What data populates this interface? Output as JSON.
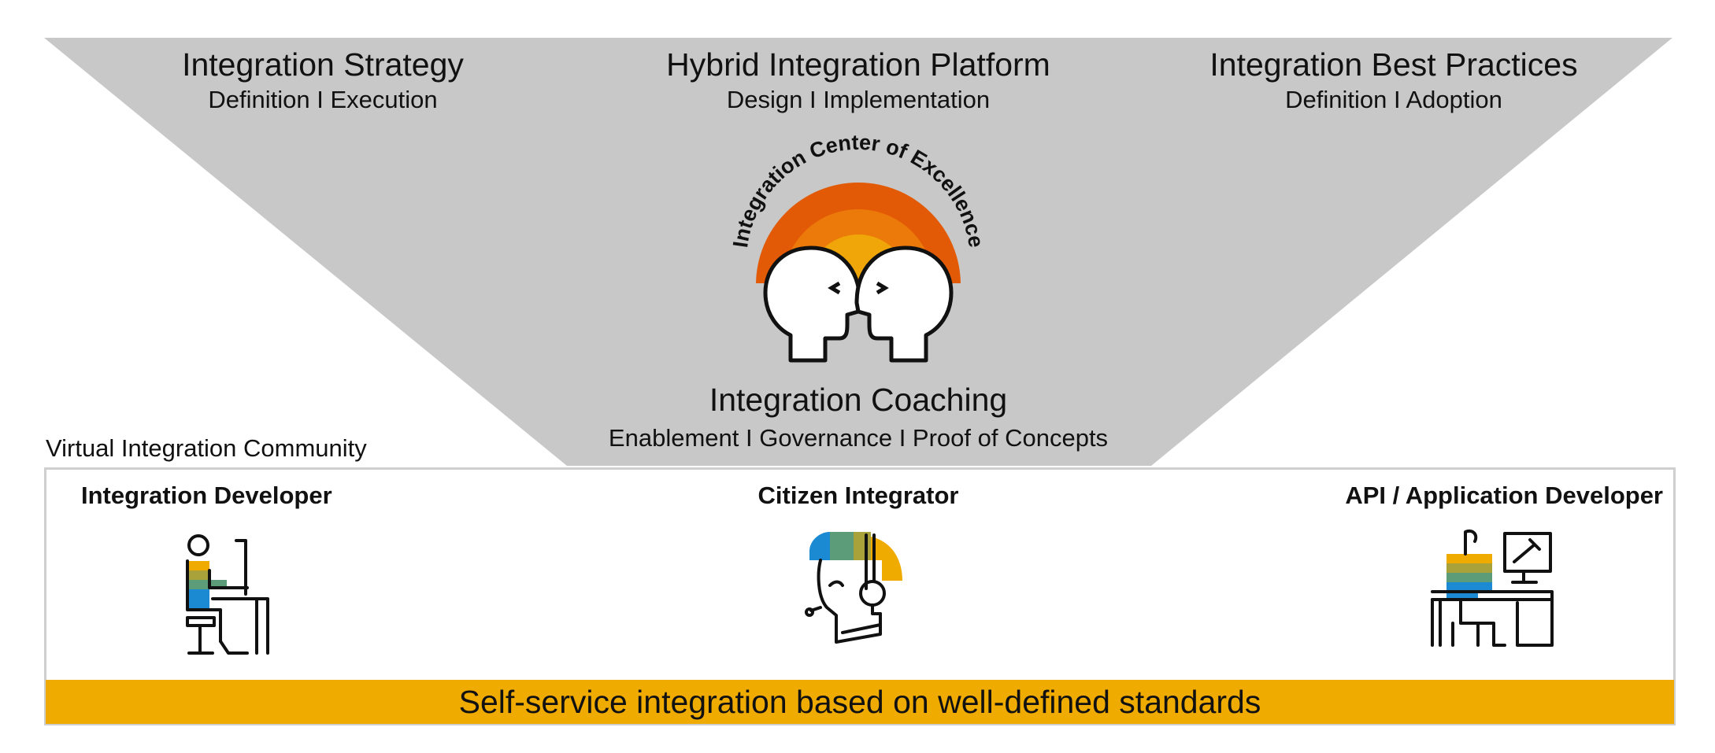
{
  "top_left": {
    "title": "Integration Strategy",
    "subtitle": "Definition I Execution"
  },
  "top_center": {
    "title": "Hybrid Integration Platform",
    "subtitle": "Design I Implementation"
  },
  "top_right": {
    "title": "Integration Best Practices",
    "subtitle": "Definition I Adoption"
  },
  "coe_arc_text": "Integration Center of Excellence",
  "coaching": {
    "title": "Integration Coaching",
    "subtitle": "Enablement I Governance I Proof of Concepts"
  },
  "community_label": "Virtual Integration Community",
  "roles": [
    {
      "label": "Integration Developer",
      "icon": "seated-developer-icon"
    },
    {
      "label": "Citizen Integrator",
      "icon": "headset-person-icon"
    },
    {
      "label": "API / Application Developer",
      "icon": "desk-monitor-developer-icon"
    }
  ],
  "banner": "Self-service integration based on well-defined standards",
  "colors": {
    "triangle": "#c8c8c8",
    "arc_outer": "#e35a06",
    "arc_middle": "#ec7a0a",
    "arc_inner": "#f0a608",
    "banner": "#f0ab00",
    "box_border": "#cfcfcf",
    "accent_green": "#5c9c79",
    "accent_blue": "#1b8ad3",
    "accent_olive": "#a9a23a"
  }
}
